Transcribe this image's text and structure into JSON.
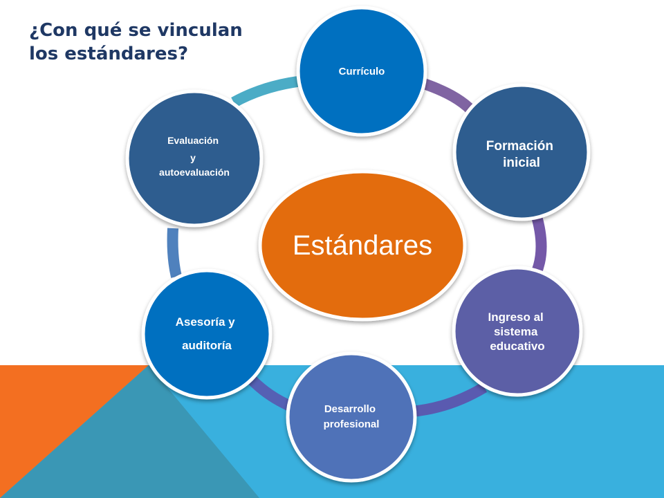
{
  "title": {
    "line1": "¿Con qué se vinculan",
    "line2": "los estándares?"
  },
  "center": {
    "label": "Estándares",
    "color": "#E36C0A"
  },
  "nodes": {
    "curriculo": {
      "lines": [
        "Currículo"
      ],
      "color": "#0070C0"
    },
    "formacion": {
      "lines": [
        "Formación",
        "inicial"
      ],
      "color": "#2F5D8F"
    },
    "ingreso": {
      "lines": [
        "Ingreso al",
        "sistema",
        "educativo"
      ],
      "color": "#5B5EA6"
    },
    "desarrollo": {
      "lines": [
        "Desarrollo",
        "profesional"
      ],
      "color": "#4F72B8"
    },
    "asesoria": {
      "lines": [
        "Asesoría y",
        "auditoría"
      ],
      "color": "#0070C0"
    },
    "evaluacion": {
      "lines": [
        "Evaluación",
        "y",
        "autoevaluación"
      ],
      "color": "#2F5D8F"
    }
  },
  "ring_colors": {
    "curriculo_formacion": "#8064A2",
    "formacion_ingreso": "#7458A8",
    "ingreso_desarrollo": "#5A5AB0",
    "desarrollo_asesoria": "#5560B4",
    "asesoria_evaluacion": "#4F81BD",
    "evaluacion_curriculo": "#4BACC6"
  },
  "background_colors": {
    "orange": "#F36F21",
    "teal": "#3A97B5",
    "blue": "#39B0DE"
  }
}
